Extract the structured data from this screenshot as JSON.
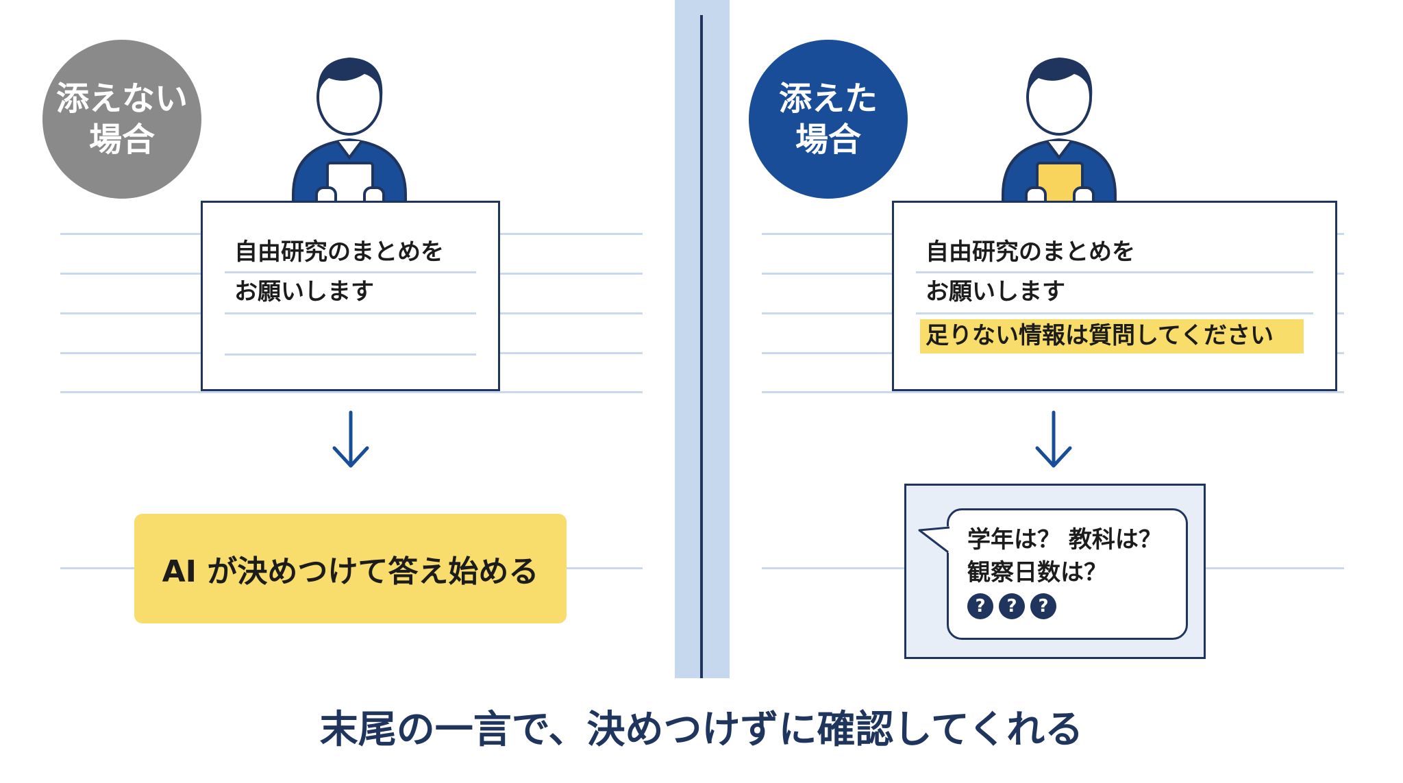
{
  "left_panel": {
    "badge_line1": "添えない",
    "badge_line2": "場合",
    "note_line1": "自由研究のまとめを",
    "note_line2": "お願いします",
    "result": "AI が決めつけて答え始める",
    "paper_color": "#ffffff"
  },
  "right_panel": {
    "badge_line1": "添えた",
    "badge_line2": "場合",
    "note_line1": "自由研究のまとめを",
    "note_line2": "お願いします",
    "note_line3": "足りない情報は質問してください",
    "bubble_line1": "学年は？ 教科は？",
    "bubble_line2": "観察日数は？",
    "question_marks": [
      "?",
      "?",
      "?"
    ],
    "paper_color": "#f8d45c"
  },
  "caption": "末尾の一言で、決めつけずに確認してくれる",
  "colors": {
    "navy": "#1f355e",
    "blue": "#1a4d98",
    "gray": "#8a8a8a",
    "highlight": "#f9dd6b",
    "light_line": "#c9d8ee"
  }
}
